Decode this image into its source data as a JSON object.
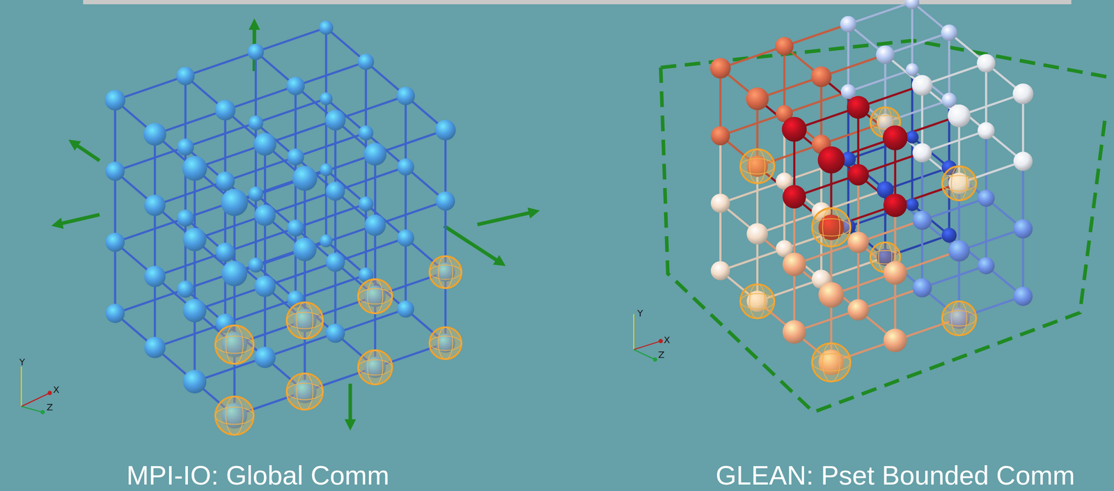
{
  "diagram": {
    "labels": [
      "MPI-IO: Global Comm",
      "GLEAN: Pset Bounded Comm",
      "Y",
      "X",
      "Z",
      "Y",
      "X",
      "Z"
    ]
  }
}
